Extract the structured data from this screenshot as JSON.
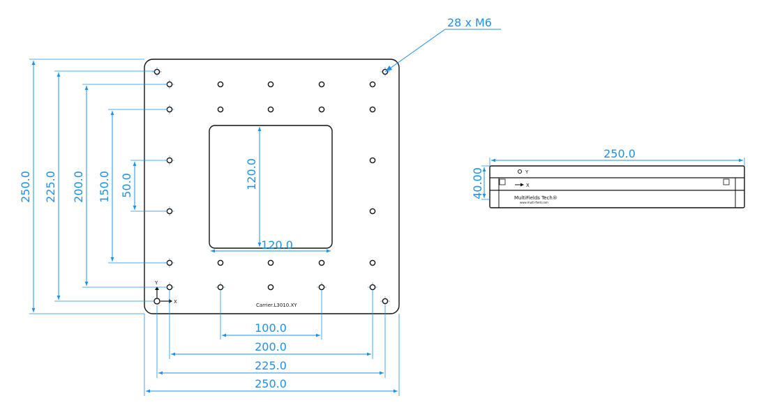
{
  "callout": {
    "text": "28 x  M6"
  },
  "front_view": {
    "label": "Carrier.L3010.XY",
    "axis_x": "X",
    "axis_y": "Y",
    "dims": {
      "vertical_250": "250.0",
      "vertical_225": "225.0",
      "vertical_200": "200.0",
      "vertical_150": "150.0",
      "vertical_50": "50.0",
      "opening_height": "120.0",
      "opening_width": "120.0",
      "horizontal_100": "100.0",
      "horizontal_200": "200.0",
      "horizontal_225": "225.0",
      "horizontal_250": "250.0"
    }
  },
  "side_view": {
    "width_dim": "250.0",
    "height_dim": "40.00",
    "axis_x": "X",
    "axis_y": "Y",
    "brand": "MultiFields Tech®",
    "website": "www.multi-field.com"
  },
  "colors": {
    "dimension": "#1e90e6",
    "outline": "#111111"
  }
}
